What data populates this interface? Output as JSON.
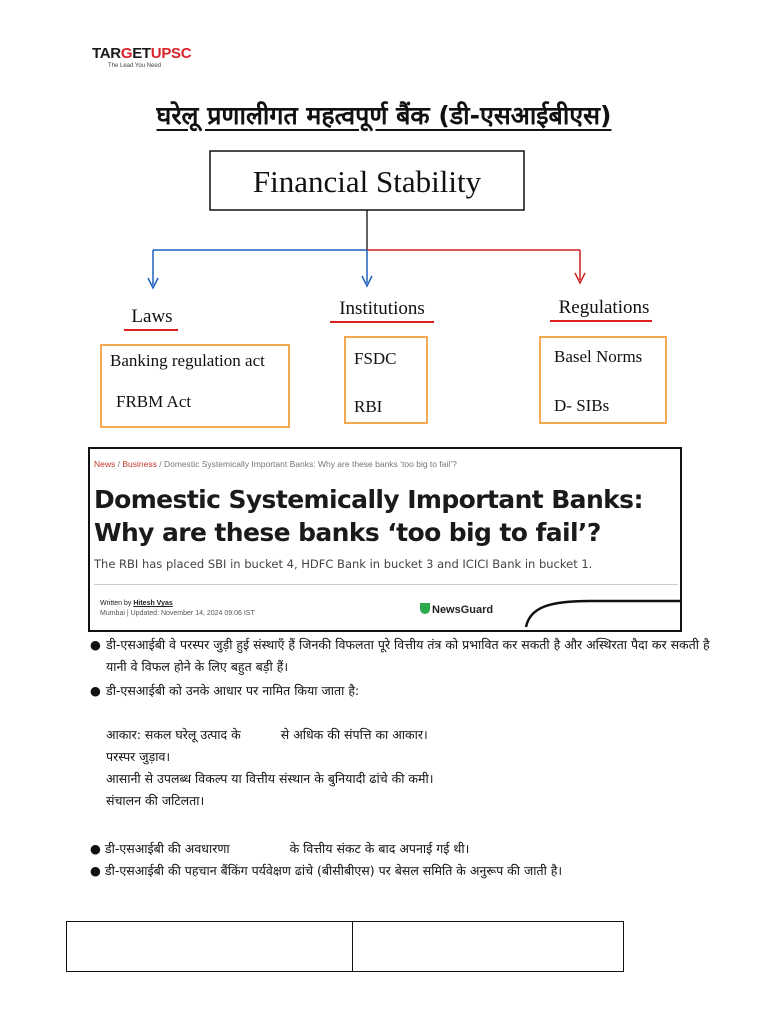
{
  "logo": {
    "part1": "TAR",
    "part2": "G",
    "part3": "ET",
    "part4": "UPSC",
    "tagline": "The Lead You Need"
  },
  "title": "घरेलू प्रणालीगत महत्वपूर्ण बैंक (डी-एसआईबीएस)",
  "diagram": {
    "root": "Financial Stability",
    "branches": [
      {
        "heading": "Laws",
        "items": [
          "Banking regulation act",
          "FRBM Act"
        ]
      },
      {
        "heading": "Institutions",
        "items": [
          "FSDC",
          "RBI"
        ]
      },
      {
        "heading": "Regulations",
        "items": [
          "Basel Norms",
          "D- SIBs"
        ]
      }
    ],
    "colors": {
      "arrow_blue": "#1f5fbf",
      "arrow_red": "#cc1f1f",
      "underline_red": "#e02020",
      "box_orange": "#f0a040"
    }
  },
  "news": {
    "breadcrumb": [
      "News",
      "Business",
      "Domestic Systemically Important Banks: Why are these banks ‘too big to fail’?"
    ],
    "headline": "Domestic Systemically Important Banks: Why are these banks ‘too big to fail’?",
    "subheading": "The RBI has placed SBI in bucket 4, HDFC Bank in bucket 3 and ICICI Bank in bucket 1.",
    "written_by": "Written by",
    "author": "Hitesh Vyas",
    "dateline": "Mumbai | Updated: November 14, 2024 09:06 IST",
    "newsguard": "NewsGuard"
  },
  "bullets": [
    "डी-एसआईबी वे परस्पर जुड़ी हुई संस्थाएँ हैं जिनकी विफलता पूरे वित्तीय तंत्र को प्रभावित कर सकती है और अस्थिरता पैदा कर सकती है यानी वे विफल होने के लिए बहुत बड़ी हैं।",
    "डी-एसआईबी को उनके आधार पर नामित किया जाता है:"
  ],
  "criteria": [
    {
      "a": "आकार: सकल घरेलू उत्पाद के",
      "b": "से अधिक की संपत्ति का आकार।"
    },
    {
      "a": "परस्पर जुड़ाव।",
      "b": ""
    },
    {
      "a": "आसानी से उपलब्ध विकल्प या वित्तीय संस्थान के बुनियादी ढांचे की कमी।",
      "b": ""
    },
    {
      "a": "संचालन की जटिलता।",
      "b": ""
    }
  ],
  "bullets2": [
    {
      "a": "डी-एसआईबी की अवधारणा",
      "b": "के वित्तीय संकट के बाद अपनाई गई थी।"
    },
    {
      "a": "डी-एसआईबी की पहचान बैंकिंग पर्यवेक्षण ढांचे (बीसीबीएस) पर बेसल समिति के अनुरूप की जाती है।",
      "b": ""
    }
  ],
  "bullet_symbol": "●"
}
